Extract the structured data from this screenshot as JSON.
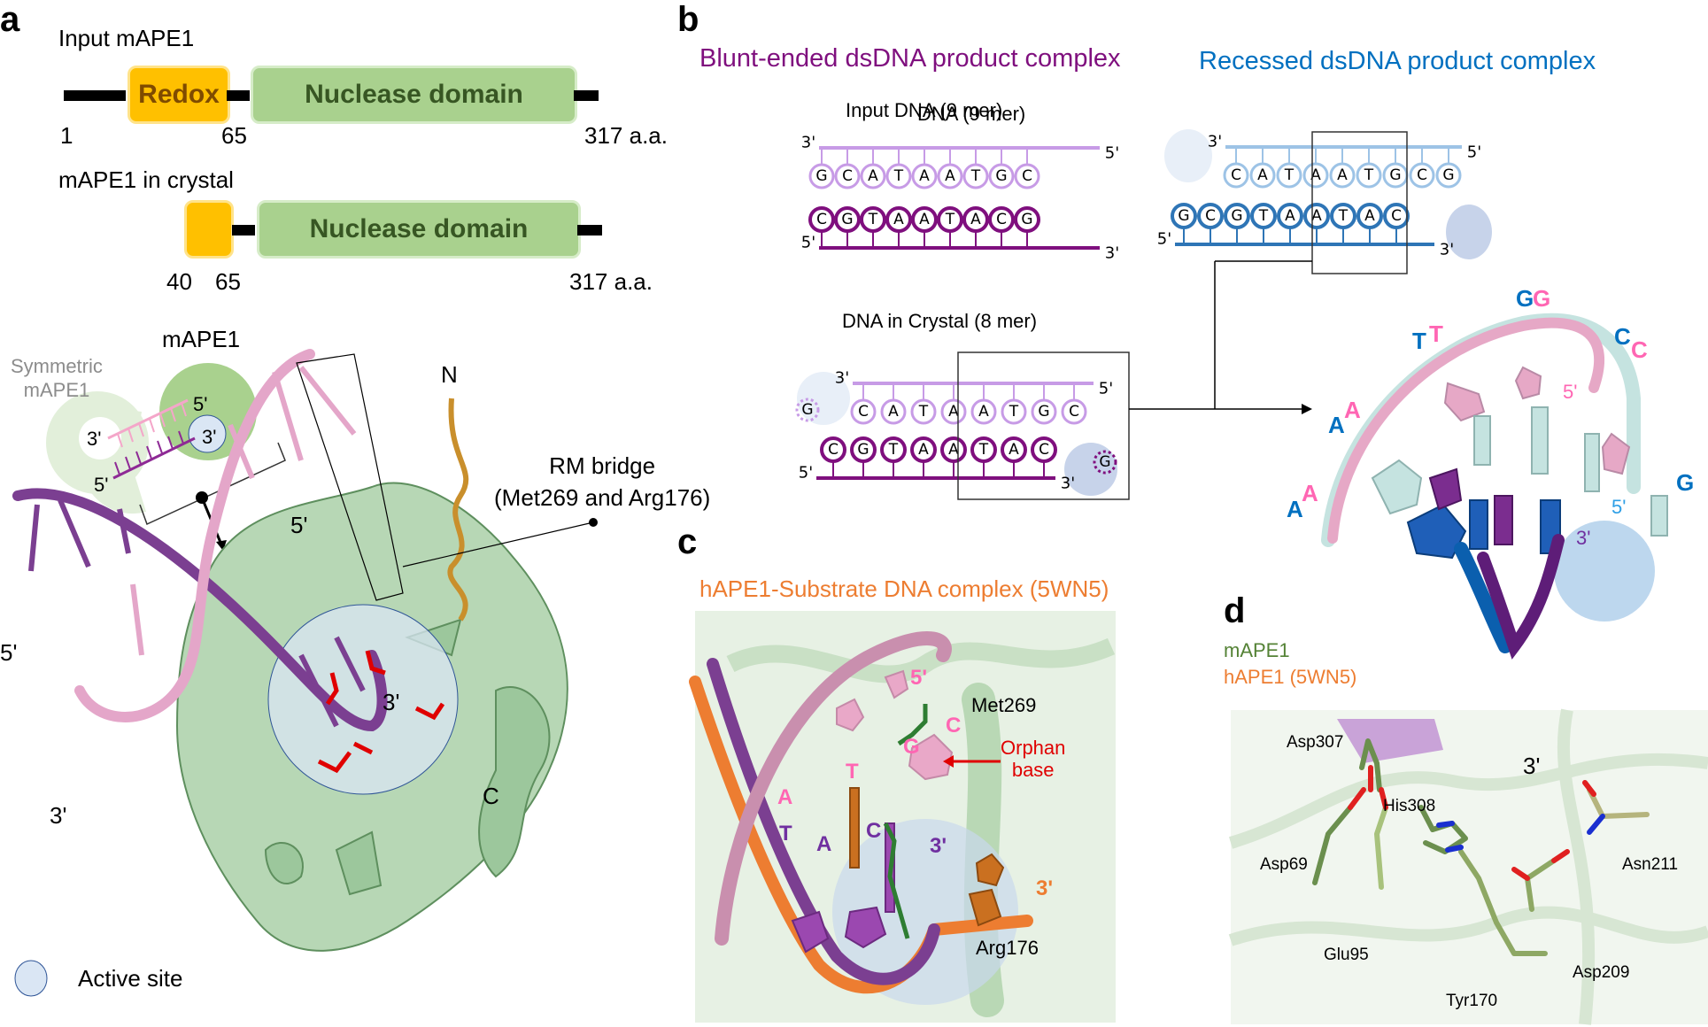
{
  "panels": {
    "a": {
      "letter": "a",
      "construct_input": {
        "title": "Input mAPE1",
        "redox_label": "Redox",
        "nuclease_label": "Nuclease domain",
        "positions": [
          "1",
          "65",
          "317 a.a."
        ]
      },
      "construct_crystal": {
        "title": "mAPE1 in crystal",
        "nuclease_label": "Nuclease domain",
        "positions": [
          "40",
          "65",
          "317 a.a."
        ]
      },
      "schematic": {
        "symmetric_label_line1": "Symmetric",
        "symmetric_label_line2": "mAPE1",
        "mape1_label": "mAPE1",
        "ends": [
          "5'",
          "3'",
          "3'",
          "5'"
        ]
      },
      "structure": {
        "n_term": "N",
        "c_term": "C",
        "rm_bridge_line1": "RM bridge",
        "rm_bridge_line2": "(Met269 and Arg176)",
        "dna_ends": [
          "5'",
          "5'",
          "3'",
          "3'"
        ],
        "legend_active_site": "Active site"
      }
    },
    "b": {
      "letter": "b",
      "blunt_title": "Blunt-ended dsDNA product complex",
      "recessed_title": "Recessed dsDNA product complex",
      "input_dna": {
        "title": "Input DNA (9 mer)",
        "top_strand": [
          "G",
          "C",
          "A",
          "T",
          "A",
          "A",
          "T",
          "G",
          "C"
        ],
        "bottom_strand": [
          "C",
          "G",
          "T",
          "A",
          "A",
          "T",
          "A",
          "C",
          "G"
        ],
        "top_ends": [
          "3'",
          "5'"
        ],
        "bottom_ends": [
          "5'",
          "3'"
        ]
      },
      "crystal_dna": {
        "title": "DNA in Crystal (8 mer)",
        "top_strand": [
          "C",
          "A",
          "T",
          "A",
          "A",
          "T",
          "G",
          "C"
        ],
        "bottom_strand": [
          "C",
          "G",
          "T",
          "A",
          "A",
          "T",
          "A",
          "C"
        ],
        "missing_top": "G",
        "missing_bottom": "G",
        "top_ends": [
          "3'",
          "5'"
        ],
        "bottom_ends": [
          "5'",
          "3'"
        ]
      },
      "recessed_dna": {
        "title": "DNA (9 mer)",
        "top_strand": [
          "C",
          "A",
          "T",
          "A",
          "A",
          "T",
          "G",
          "C",
          "G"
        ],
        "bottom_strand": [
          "G",
          "C",
          "G",
          "T",
          "A",
          "A",
          "T",
          "A",
          "C"
        ],
        "top_ends": [
          "3'",
          "5'"
        ],
        "bottom_ends": [
          "5'",
          "3'"
        ]
      },
      "overlay_labels": {
        "blue": [
          "A",
          "A",
          "T",
          "G",
          "C",
          "G"
        ],
        "pink": [
          "A",
          "A",
          "T",
          "G",
          "C"
        ],
        "pink_5prime": "5'",
        "blue_5prime": "5'",
        "purple_3prime": "3'"
      }
    },
    "c": {
      "letter": "c",
      "title": "hAPE1-Substrate DNA complex (5WN5)",
      "pink_bases": [
        "A",
        "T",
        "G",
        "C"
      ],
      "pink_5prime": "5'",
      "purple_bases": [
        "T",
        "A",
        "C"
      ],
      "purple_3prime": "3'",
      "orange_3prime": "3'",
      "met": "Met269",
      "arg": "Arg176",
      "orphan_line1": "Orphan",
      "orphan_line2": "base"
    },
    "d": {
      "letter": "d",
      "legend_mape1": "mAPE1",
      "legend_hape1": "hAPE1 (5WN5)",
      "three_prime": "3'",
      "residues": [
        "Asp307",
        "His308",
        "Asp69",
        "Asn211",
        "Glu95",
        "Asp209",
        "Tyr170"
      ]
    }
  },
  "colors": {
    "redox": "#ffc000",
    "nuclease": "#a9d18e",
    "blunt_purple": "#7f0f7e",
    "light_purple": "#c79be6",
    "recessed_blue": "#0070c0",
    "light_blue": "#9dc3e6",
    "orange": "#ed7d31",
    "pink": "#ff66b3",
    "active_site": "#dae6f4",
    "protein_green": "#8fbc8f"
  }
}
